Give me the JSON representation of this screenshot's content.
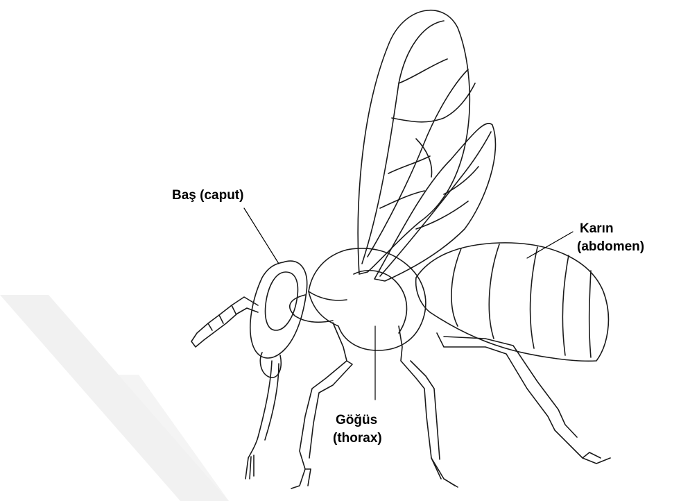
{
  "labels": {
    "head": "Baş (caput)",
    "abdomen_tr": "Karın",
    "abdomen_lat": "(abdomen)",
    "thorax_tr": "Göğüs",
    "thorax_lat": "(thorax)"
  },
  "colors": {
    "line": "#1a1a1a",
    "watermark": "#f1f1f1"
  }
}
